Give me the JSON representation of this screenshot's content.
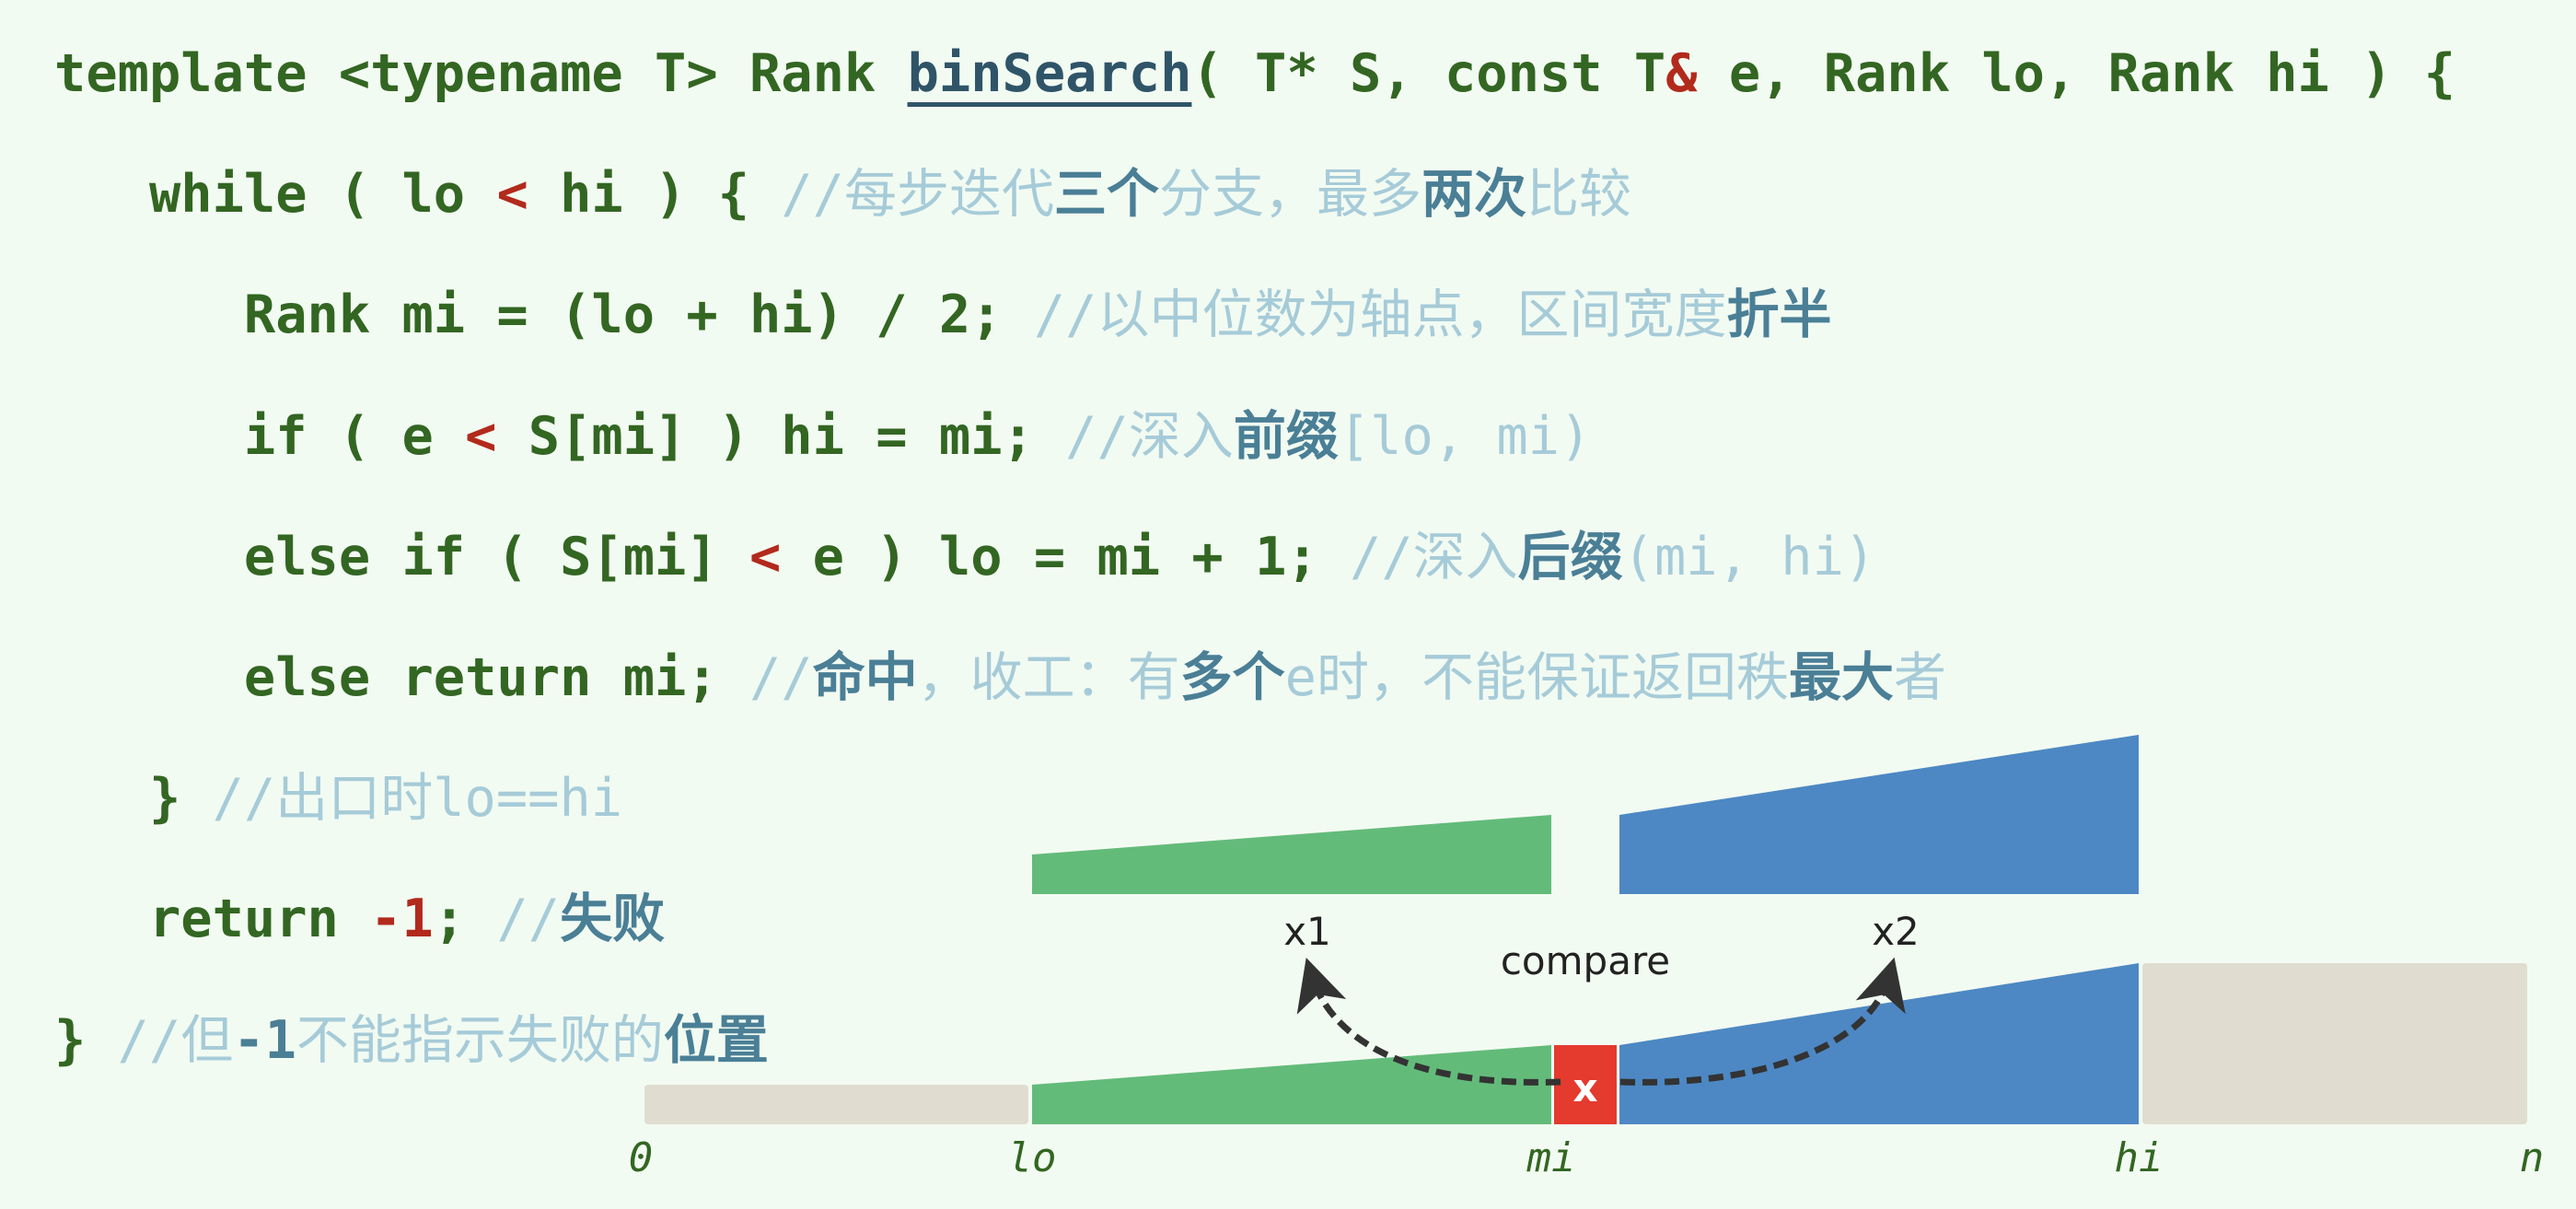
{
  "code_lines": [
    [
      {
        "t": "template <typename T> Rank ",
        "s": "code"
      },
      {
        "t": "binSearch",
        "s": "fn"
      },
      {
        "t": "( T* S, const T",
        "s": "code"
      },
      {
        "t": "&",
        "s": "op"
      },
      {
        "t": " e, Rank lo, Rank hi ) {",
        "s": "code"
      }
    ],
    [
      {
        "t": "   while ( lo ",
        "s": "code"
      },
      {
        "t": "<",
        "s": "op"
      },
      {
        "t": " hi ) { ",
        "s": "code"
      },
      {
        "t": "//每步迭代",
        "s": "cmt"
      },
      {
        "t": "三个",
        "s": "cmtb"
      },
      {
        "t": "分支，最多",
        "s": "cmt"
      },
      {
        "t": "两次",
        "s": "cmtb"
      },
      {
        "t": "比较",
        "s": "cmt"
      }
    ],
    [
      {
        "t": "      Rank mi = (lo + hi) / 2; ",
        "s": "code"
      },
      {
        "t": "//以中位数为轴点，区间宽度",
        "s": "cmt"
      },
      {
        "t": "折半",
        "s": "cmtb"
      }
    ],
    [
      {
        "t": "      if ( e ",
        "s": "code"
      },
      {
        "t": "<",
        "s": "op"
      },
      {
        "t": " S[mi] ) hi = mi; ",
        "s": "code"
      },
      {
        "t": "//深入",
        "s": "cmt"
      },
      {
        "t": "前缀",
        "s": "cmtb"
      },
      {
        "t": "[lo, mi)",
        "s": "cmt"
      }
    ],
    [
      {
        "t": "      else if ( S[mi] ",
        "s": "code"
      },
      {
        "t": "<",
        "s": "op"
      },
      {
        "t": " e ) lo = mi + 1; ",
        "s": "code"
      },
      {
        "t": "//深入",
        "s": "cmt"
      },
      {
        "t": "后缀",
        "s": "cmtb"
      },
      {
        "t": "(mi, hi)",
        "s": "cmt"
      }
    ],
    [
      {
        "t": "      else return mi; ",
        "s": "code"
      },
      {
        "t": "//",
        "s": "cmt"
      },
      {
        "t": "命中",
        "s": "cmtb"
      },
      {
        "t": "，收工：有",
        "s": "cmt"
      },
      {
        "t": "多个",
        "s": "cmtb"
      },
      {
        "t": "e时，不能保证返回秩",
        "s": "cmt"
      },
      {
        "t": "最大",
        "s": "cmtb"
      },
      {
        "t": "者",
        "s": "cmt"
      }
    ],
    [
      {
        "t": "   } ",
        "s": "code"
      },
      {
        "t": "//出口时lo==hi",
        "s": "cmt"
      }
    ],
    [
      {
        "t": "   return ",
        "s": "code"
      },
      {
        "t": "-1",
        "s": "op"
      },
      {
        "t": "; ",
        "s": "code"
      },
      {
        "t": "//",
        "s": "cmt"
      },
      {
        "t": "失败",
        "s": "cmtb"
      }
    ],
    [
      {
        "t": "} ",
        "s": "code"
      },
      {
        "t": "//但",
        "s": "cmt"
      },
      {
        "t": "-1",
        "s": "cmtb"
      },
      {
        "t": "不能指示失败的",
        "s": "cmt"
      },
      {
        "t": "位置",
        "s": "cmtb"
      }
    ]
  ],
  "diagram": {
    "compare_label": "compare",
    "left_branch_label": "x1",
    "right_branch_label": "x2",
    "pivot_label": "x",
    "axis_labels": {
      "zero": "0",
      "lo": "lo",
      "mi": "mi",
      "hi": "hi",
      "n": "n"
    },
    "colors": {
      "prefix": "#63bb7a",
      "suffix": "#4d88c4",
      "pivot": "#e53a2e",
      "outside": "#e0ddd0",
      "arrow": "#333333"
    }
  }
}
